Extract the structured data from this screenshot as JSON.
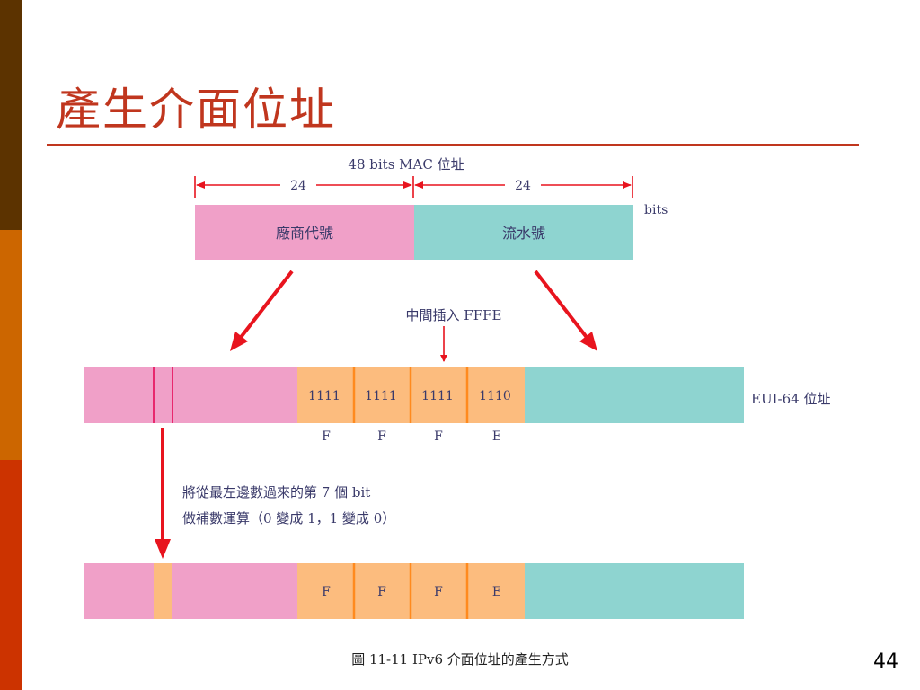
{
  "slide": {
    "title": "產生介面位址",
    "caption": "圖 11-11  IPv6 介面位址的產生方式",
    "page_number": "44"
  },
  "mac_section": {
    "header": "48 bits MAC 位址",
    "left_bits": "24",
    "right_bits": "24",
    "unit": "bits",
    "vendor_label": "廠商代號",
    "serial_label": "流水號"
  },
  "insert_label": "中間插入 FFFE",
  "eui64": {
    "label": "EUI-64 位址",
    "binary_cells": [
      "1111",
      "1111",
      "1111",
      "1110"
    ],
    "hex_letters": [
      "F",
      "F",
      "F",
      "E"
    ]
  },
  "note": {
    "line1": "將從最左邊數過來的第 7 個 bit",
    "line2": "做補數運算（0 變成 1，1 變成 0）"
  },
  "final_row": {
    "hex_cells": [
      "F",
      "F",
      "F",
      "E"
    ]
  },
  "colors": {
    "vendor": "#f0a0c8",
    "serial": "#8ed4d0",
    "fffe": "#fcbc7e",
    "arrow": "#e8141e",
    "divider": "#ff8a1e",
    "bit_marker": "#e8286e",
    "title": "#c0361e"
  }
}
